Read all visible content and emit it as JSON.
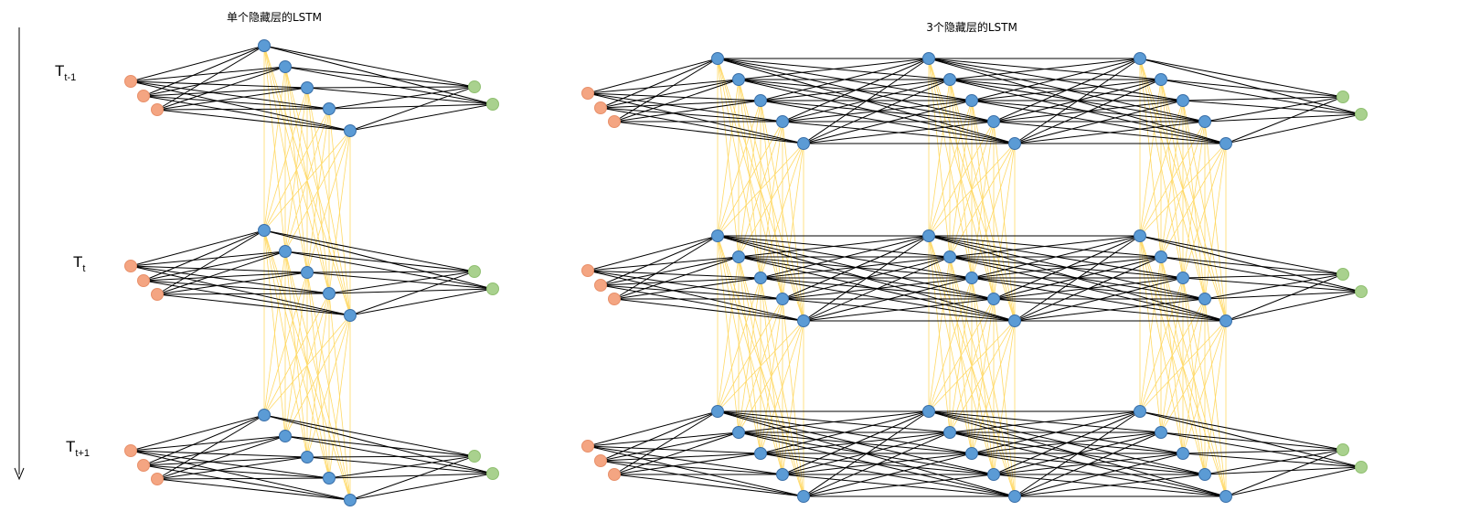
{
  "left_panel": {
    "title": "单个隐藏层的LSTM"
  },
  "right_panel": {
    "title": "3个隐藏层的LSTM"
  },
  "time_labels": [
    {
      "base": "T",
      "sub": "t-1"
    },
    {
      "base": "T",
      "sub": "t"
    },
    {
      "base": "T",
      "sub": "t+1"
    }
  ],
  "colors": {
    "input_node": "#f4a582",
    "hidden_node": "#5b9bd5",
    "output_node": "#a9d18e",
    "node_stroke": "#3a6fa8",
    "forward_edge": "#000000",
    "recurrent_edge": "#ffd966",
    "time_arrow": "#000000"
  },
  "structure": {
    "inputs_per_step": 3,
    "hidden_units_per_layer": 5,
    "outputs_per_step": 2,
    "time_steps": 3,
    "left_hidden_layers": 1,
    "right_hidden_layers": 3
  }
}
